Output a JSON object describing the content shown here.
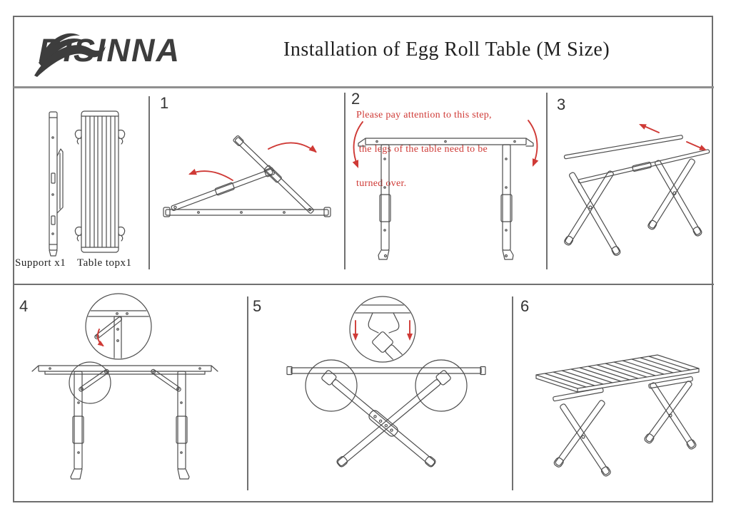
{
  "brand": {
    "name": "BISINNA"
  },
  "header": {
    "title": "Installation of Egg Roll Table (M Size)"
  },
  "parts": {
    "items": [
      {
        "label": "Support x1"
      },
      {
        "label": "Table topx1"
      }
    ]
  },
  "steps": [
    {
      "number": "1"
    },
    {
      "number": "2",
      "note_lines": [
        "Please pay attention to this step,",
        " the legs of the table need to be",
        "turned over."
      ]
    },
    {
      "number": "3"
    },
    {
      "number": "4"
    },
    {
      "number": "5"
    },
    {
      "number": "6"
    }
  ],
  "colors": {
    "line_art": "#4d4d4d",
    "accent_red": "#cf3a36",
    "divider_gray": "#8f8f8f",
    "brand_charcoal": "#3d3d3d"
  }
}
